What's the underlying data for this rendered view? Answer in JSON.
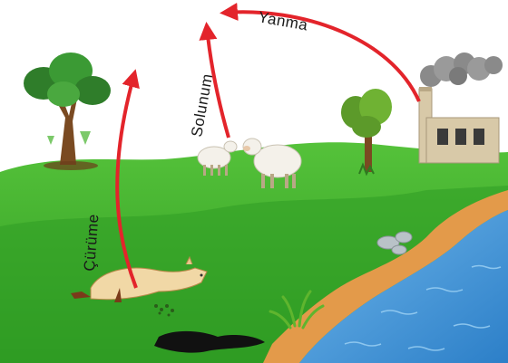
{
  "labels": {
    "burning": "Yanma",
    "respiration": "Solunum",
    "decay": "Çürüme"
  },
  "colors": {
    "arrow": "#e3242b",
    "grass": "#3fae2a",
    "water": "#3a8fd6",
    "sand": "#e39a4a",
    "factory": "#d8c9a8",
    "smoke": "#8a8a8a"
  }
}
